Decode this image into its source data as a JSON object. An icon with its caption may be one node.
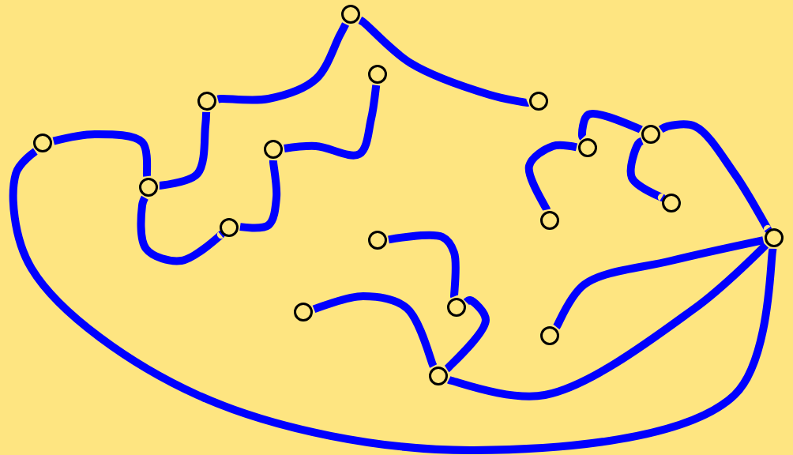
{
  "diagram": {
    "nodes": [
      {
        "text": [],
        "shape": "circle"
      },
      {
        "text": [],
        "shape": "circle"
      },
      {
        "text": [],
        "shape": "circle"
      },
      {
        "text": [],
        "shape": "circle"
      },
      {
        "text": [],
        "shape": "circle"
      },
      {
        "text": [],
        "shape": "circle"
      },
      {
        "text": [],
        "shape": "circle"
      },
      {
        "text": [],
        "shape": "circle"
      },
      {
        "text": [],
        "shape": "circle"
      },
      {
        "text": [],
        "shape": "circle"
      },
      {
        "text": [],
        "shape": "circle"
      },
      {
        "text": [],
        "shape": "circle"
      },
      {
        "text": [],
        "shape": "circle"
      },
      {
        "text": [],
        "shape": "circle"
      },
      {
        "text": [],
        "shape": "circle"
      },
      {
        "text": [],
        "shape": "circle"
      },
      {
        "text": [],
        "shape": "circle"
      },
      {
        "text": [],
        "shape": "circle"
      }
    ],
    "edges": [
      {
        "from": 0,
        "to": 2,
        "arrow": "none"
      },
      {
        "from": 0,
        "to": 3,
        "arrow": "none"
      },
      {
        "from": 2,
        "to": 8,
        "arrow": "none"
      },
      {
        "from": 5,
        "to": 8,
        "arrow": "none"
      },
      {
        "from": 8,
        "to": 11,
        "arrow": "none"
      },
      {
        "from": 11,
        "to": 7,
        "arrow": "none"
      },
      {
        "from": 7,
        "to": 1,
        "arrow": "none"
      },
      {
        "from": 5,
        "to": 12,
        "arrow": "none"
      },
      {
        "from": 6,
        "to": 10,
        "arrow": "none"
      },
      {
        "from": 6,
        "to": 4,
        "arrow": "none"
      },
      {
        "from": 4,
        "to": 9,
        "arrow": "none"
      },
      {
        "from": 4,
        "to": 12,
        "arrow": "none"
      },
      {
        "from": 12,
        "to": 16,
        "arrow": "none"
      },
      {
        "from": 12,
        "to": 17,
        "arrow": "none"
      },
      {
        "from": 13,
        "to": 14,
        "arrow": "none"
      },
      {
        "from": 14,
        "to": 17,
        "arrow": "none"
      },
      {
        "from": 15,
        "to": 17,
        "arrow": "none"
      }
    ]
  }
}
